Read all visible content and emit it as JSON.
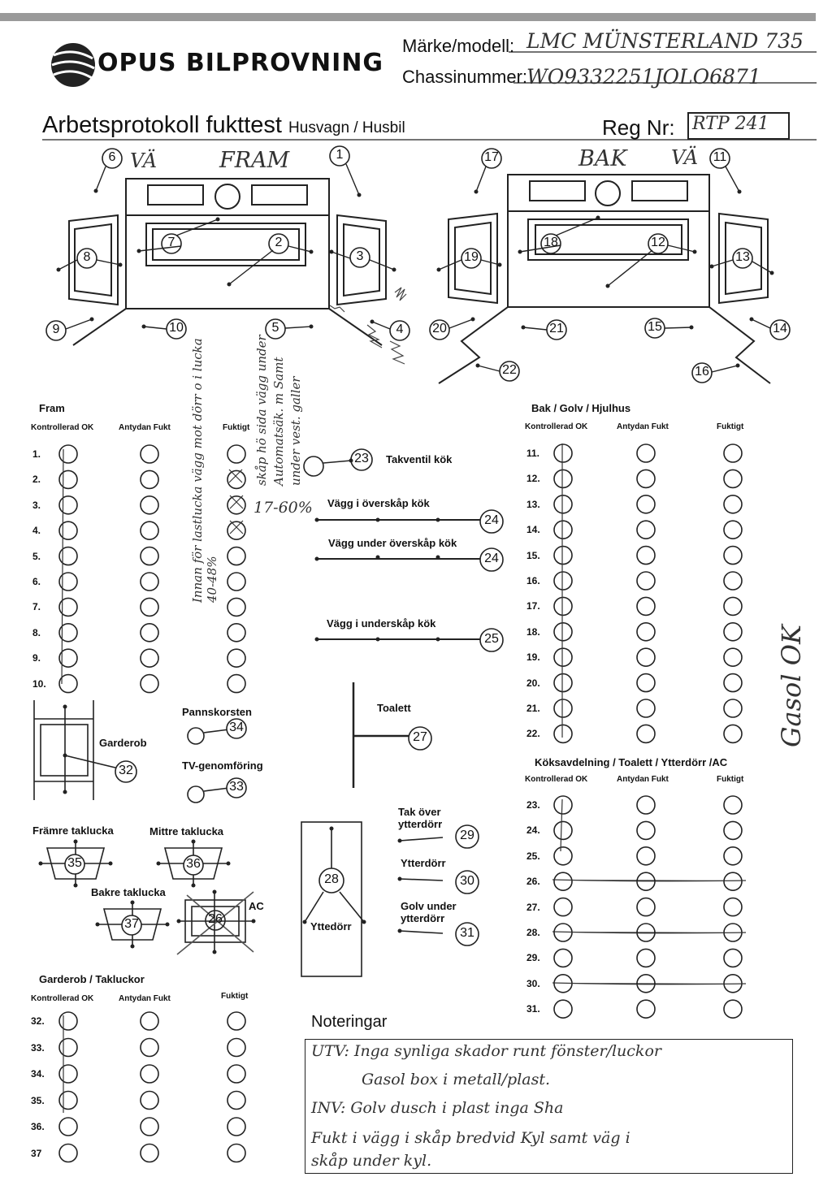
{
  "header": {
    "brand": "OPUS BILPROVNING",
    "make_model_label": "Märke/modell:",
    "make_model_value": "LMC MÜNSTERLAND 735",
    "chassis_label": "Chassinummer:",
    "chassis_value": "WO9332251JOLO6871",
    "title": "Arbetsprotokoll fukttest",
    "title_sub": "Husvagn / Husbil",
    "regnr_label": "Reg Nr:",
    "regnr_value": "RTP 241"
  },
  "diagram_front": {
    "handwritten": "VÄ",
    "handwritten_title": "FRAM",
    "points": [
      "6",
      "1",
      "7",
      "2",
      "8",
      "3",
      "9",
      "10",
      "5",
      "4"
    ]
  },
  "diagram_back": {
    "handwritten_title": "BAK",
    "handwritten": "VÄ",
    "points": [
      "17",
      "11",
      "18",
      "12",
      "19",
      "13",
      "20",
      "21",
      "15",
      "14",
      "22",
      "16"
    ]
  },
  "columns": {
    "ok": "Kontrollerad OK",
    "hint": "Antydan Fukt",
    "wet": "Fuktigt"
  },
  "sections": {
    "fram": "Fram",
    "bak": "Bak / Golv / Hjulhus",
    "kok": "Köksavdelning / Toalett / Ytterdörr /AC",
    "garderob": "Garderob / Takluckor"
  },
  "rows": {
    "fram": [
      "1.",
      "2.",
      "3.",
      "4.",
      "5.",
      "6.",
      "7.",
      "8.",
      "9.",
      "10."
    ],
    "bak": [
      "11.",
      "12.",
      "13.",
      "14.",
      "15.",
      "16.",
      "17.",
      "18.",
      "19.",
      "20.",
      "21.",
      "22."
    ],
    "kok": [
      "23.",
      "24.",
      "25.",
      "26.",
      "27.",
      "28.",
      "29.",
      "30.",
      "31."
    ],
    "garderob": [
      "32.",
      "33.",
      "34.",
      "35.",
      "36.",
      "37"
    ]
  },
  "middle_labels": {
    "takventil": "Takventil kök",
    "vagg_i_over": "Vägg i överskåp kök",
    "vagg_under_over": "Vägg under överskåp kök",
    "vagg_i_under": "Vägg i underskåp kök",
    "toalett": "Toalett",
    "pannskorsten": "Pannskorsten",
    "tv": "TV-genomföring",
    "garderob": "Garderob",
    "framre": "Främre taklucka",
    "mittre": "Mittre taklucka",
    "bakre": "Bakre taklucka",
    "ac": "AC",
    "tak_over": "Tak över ytterdörr",
    "ytterdorr": "Ytterdörr",
    "golv_under": "Golv under ytterdörr",
    "yttedorr": "Yttedörr"
  },
  "numbers": {
    "n23": "23",
    "n24": "24",
    "n25": "25",
    "n27": "27",
    "n34": "34",
    "n33": "33",
    "n32": "32",
    "n35": "35",
    "n36": "36",
    "n37": "37",
    "n26": "26",
    "n28": "28",
    "n29": "29",
    "n30": "30",
    "n31": "31"
  },
  "handwriting": {
    "wet_reading": "17-60%",
    "vertical_left": "Innan för lastlucka vägg mot dörr o i lucka 40-48%",
    "vertical_mid": "skåp hö sida vägg under Automatsäk. m Samt under vest. galler",
    "gasol": "Gasol OK"
  },
  "notes": {
    "label": "Noteringar",
    "lines": [
      "UTV: Inga synliga skador runt fönster/luckor",
      "Gasol box i metall/plast.",
      "INV: Golv dusch i plast inga Sha",
      "Fukt i vägg i skåp bredvid Kyl samt väg i",
      "skåp under kyl."
    ]
  }
}
